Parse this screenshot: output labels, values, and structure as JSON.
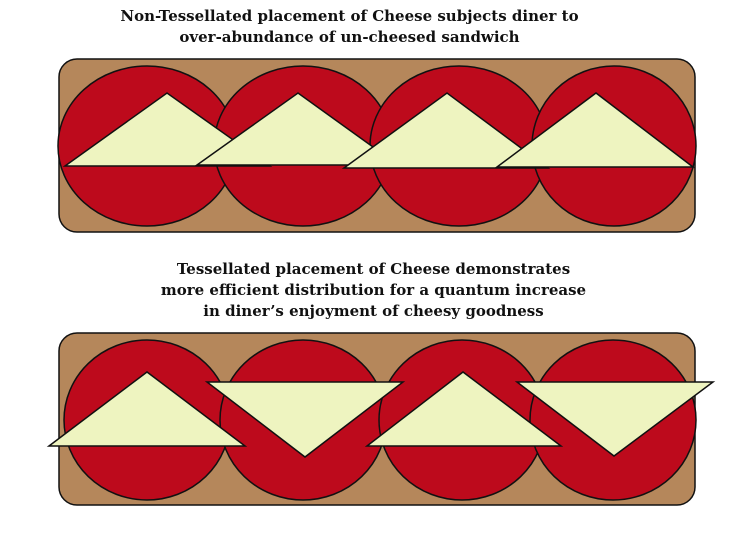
{
  "captions": {
    "top_line1": "Non-Tessellated placement of Cheese subjects diner to",
    "top_line2": "over-abundance of un-cheesed sandwich",
    "bottom_line1": "Tessellated placement of Cheese demonstrates",
    "bottom_line2": "more efficient distribution for a quantum increase",
    "bottom_line3": "in diner’s enjoyment of cheesy goodness"
  },
  "colors": {
    "bread": "#b5875b",
    "meat": "#bd0a1c",
    "cheese": "#eef4c0",
    "outline": "#111111"
  },
  "diagrams": [
    {
      "name": "non-tessellated",
      "meat_slices": 4,
      "cheese_orientation": [
        "up",
        "up",
        "up",
        "up"
      ]
    },
    {
      "name": "tessellated",
      "meat_slices": 4,
      "cheese_orientation": [
        "up",
        "down",
        "up",
        "down"
      ]
    }
  ]
}
